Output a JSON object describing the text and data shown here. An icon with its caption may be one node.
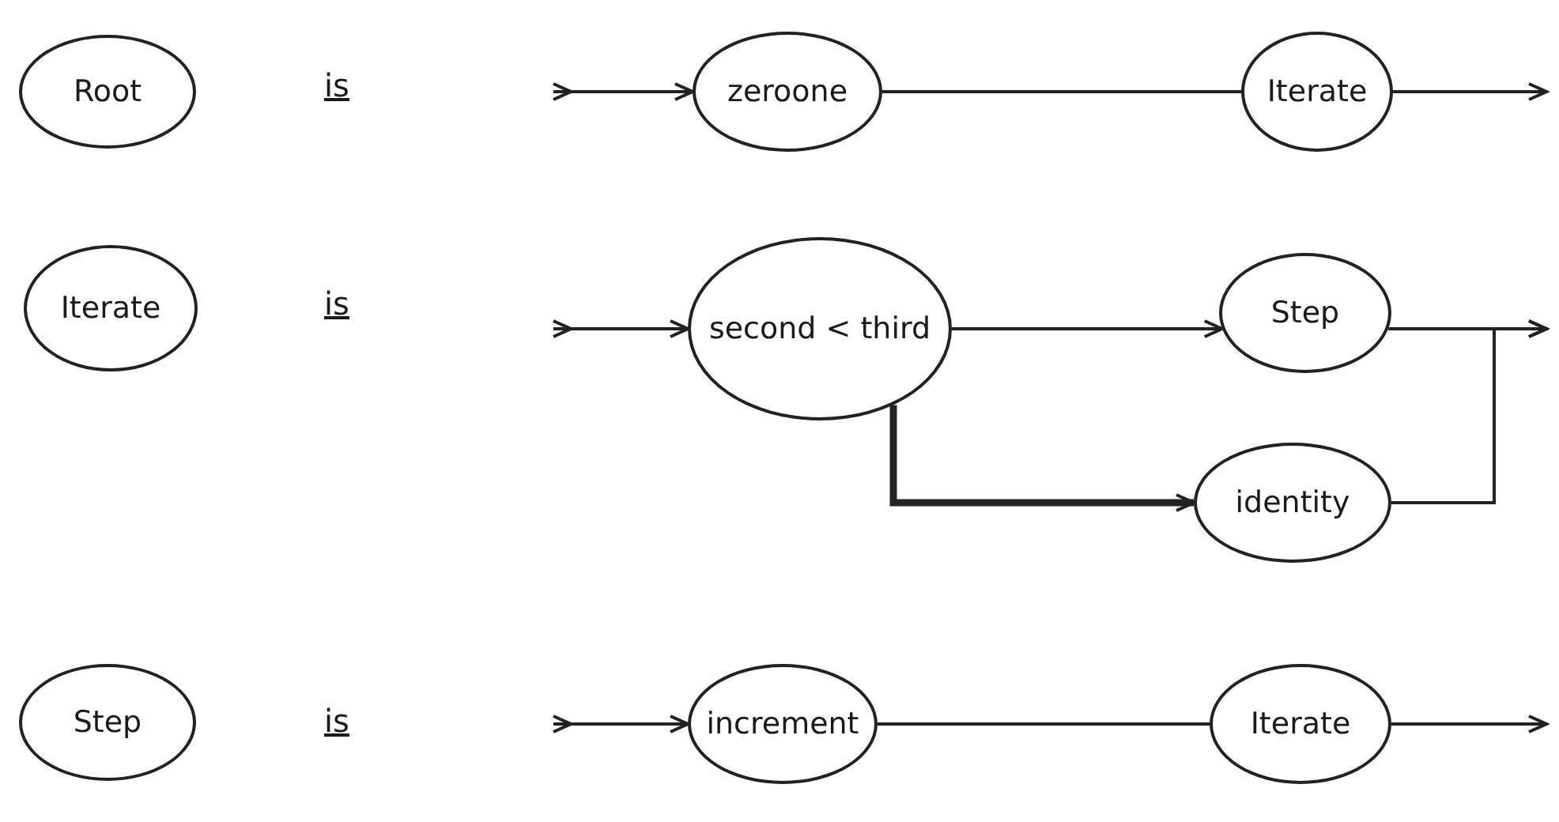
{
  "diagram": {
    "nodes": [
      {
        "text": [
          "Root"
        ]
      },
      {
        "text": [
          "zeroone"
        ]
      },
      {
        "text": [
          "Iterate"
        ]
      },
      {
        "text": [
          "Iterate"
        ]
      },
      {
        "text": [
          "second < third"
        ]
      },
      {
        "text": [
          "Step"
        ]
      },
      {
        "text": [
          "identity"
        ]
      },
      {
        "text": [
          "Step"
        ]
      },
      {
        "text": [
          "increment"
        ]
      },
      {
        "text": [
          "Iterate"
        ]
      }
    ],
    "edges": [
      {
        "from": null,
        "to": 1,
        "arrow": "to"
      },
      {
        "from": 1,
        "to": 2,
        "arrow": "none"
      },
      {
        "from": 2,
        "to": null,
        "arrow": "to"
      },
      {
        "from": null,
        "to": 4,
        "arrow": "to"
      },
      {
        "from": 4,
        "to": 5,
        "arrow": "to"
      },
      {
        "from": 5,
        "to": null,
        "arrow": "to"
      },
      {
        "from": 4,
        "to": 6,
        "arrow": "to",
        "style": "thick"
      },
      {
        "from": 6,
        "to": null,
        "arrow": "to"
      },
      {
        "from": null,
        "to": 8,
        "arrow": "to"
      },
      {
        "from": 8,
        "to": 9,
        "arrow": "none"
      },
      {
        "from": 9,
        "to": null,
        "arrow": "to"
      }
    ],
    "labels": [
      "is",
      "is",
      "is"
    ]
  }
}
